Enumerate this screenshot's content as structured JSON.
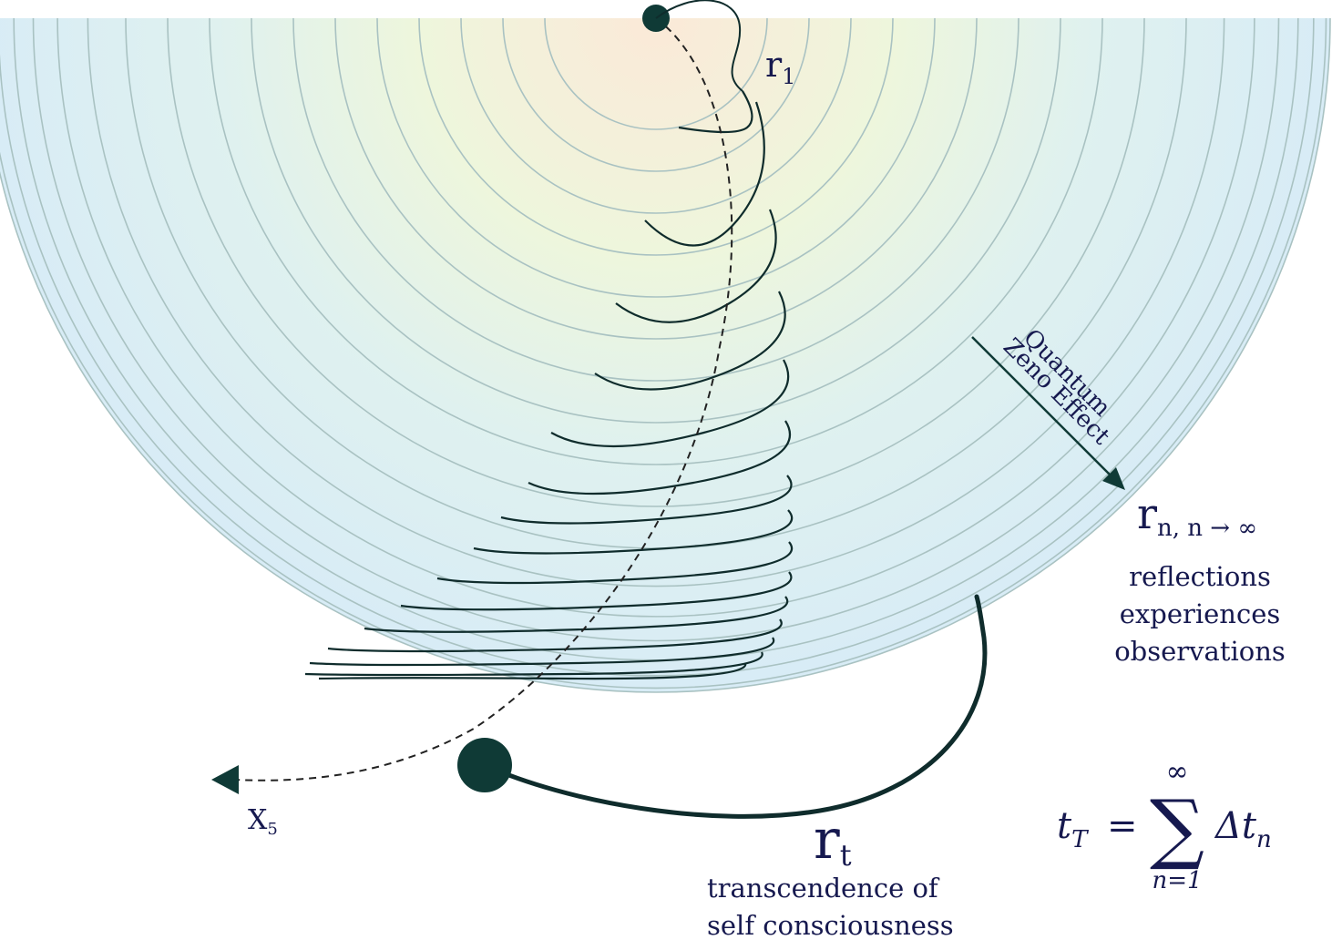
{
  "labels": {
    "r1": {
      "base": "r",
      "sub": "1"
    },
    "rn": {
      "base": "r",
      "sub": "n, n → ∞"
    },
    "rt": {
      "base": "r",
      "sub": "t"
    },
    "x5": {
      "base": "X",
      "sub": "5"
    },
    "zeno_line1": "Quantum",
    "zeno_line2": "Zeno Effect",
    "rn_desc": [
      "reflections",
      "experiences",
      "observations"
    ],
    "rt_desc": [
      "transcendence of",
      "self consciousness"
    ]
  },
  "formula": {
    "lhs": "t",
    "lhs_sub": "T",
    "equals": "=",
    "sigma": "∑",
    "upper": "∞",
    "lower": "n=1",
    "term": "Δt",
    "term_sub": "n"
  },
  "colors": {
    "text": "#16194f",
    "ring_stroke": "#a9c2c2",
    "spiral": "#0f2c2c",
    "node": "#0f3a36",
    "disc_center": "#fbe9d8",
    "disc_mid": "#eef6dc",
    "disc_outer": "#dff1ef",
    "disc_edge": "#d8ecf6"
  },
  "icons": [
    "start-node",
    "end-node",
    "arrowhead"
  ]
}
